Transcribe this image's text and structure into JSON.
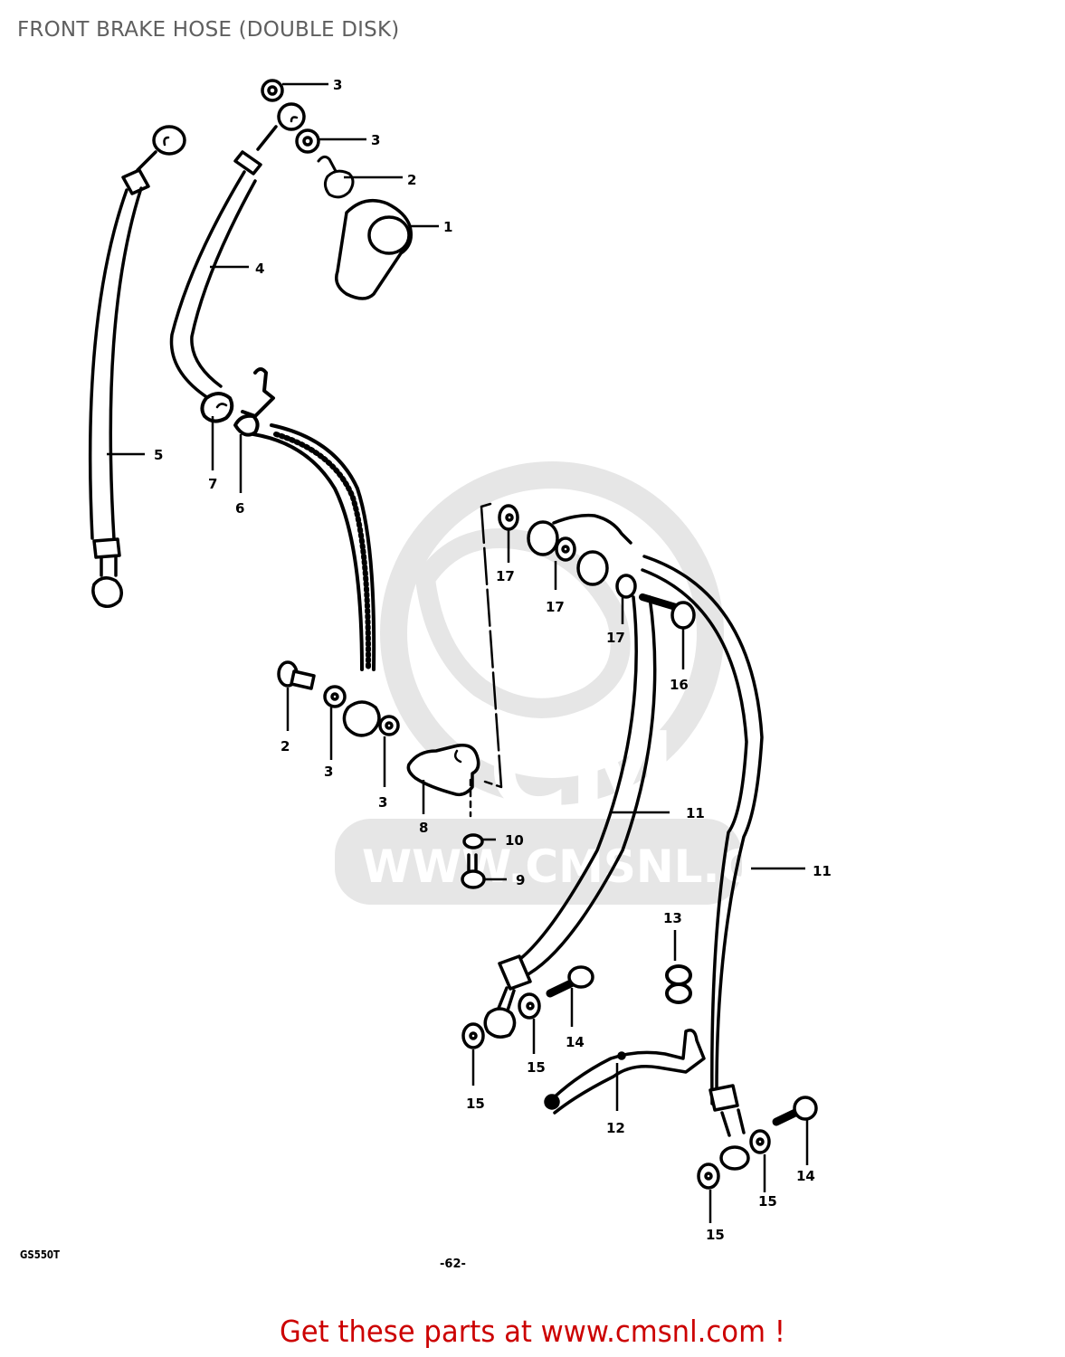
{
  "page": {
    "title": "FRONT BRAKE HOSE (DOUBLE DISK)",
    "model_code": "GS550T",
    "page_number": "-62-",
    "cta": "Get these parts at www.cmsnl.com !"
  },
  "colors": {
    "title": "#5f5f5f",
    "cta": "#cc0000",
    "line_art": "#000000",
    "watermark": "#e6e6e6"
  },
  "watermark": {
    "logo_text": "CMS",
    "url_text": "WWW.CMSNL.COM"
  },
  "parts": [
    {
      "ref": "1",
      "name": "master-cylinder-union"
    },
    {
      "ref": "2",
      "name": "union-bolt"
    },
    {
      "ref": "3",
      "name": "gasket"
    },
    {
      "ref": "4",
      "name": "brake-hose-upper"
    },
    {
      "ref": "5",
      "name": "brake-hose"
    },
    {
      "ref": "6",
      "name": "grommet"
    },
    {
      "ref": "7",
      "name": "grommet"
    },
    {
      "ref": "8",
      "name": "hose-joint"
    },
    {
      "ref": "9",
      "name": "bolt"
    },
    {
      "ref": "10",
      "name": "washer"
    },
    {
      "ref": "11",
      "name": "brake-hose-lower"
    },
    {
      "ref": "12",
      "name": "hose-clamp-bracket"
    },
    {
      "ref": "13",
      "name": "grommet"
    },
    {
      "ref": "14",
      "name": "union-bolt"
    },
    {
      "ref": "15",
      "name": "gasket"
    },
    {
      "ref": "16",
      "name": "union-bolt"
    },
    {
      "ref": "17",
      "name": "gasket"
    }
  ],
  "callouts": [
    {
      "label": "3",
      "part": "gasket"
    },
    {
      "label": "3",
      "part": "gasket"
    },
    {
      "label": "2",
      "part": "union-bolt"
    },
    {
      "label": "1",
      "part": "master-cylinder-union"
    },
    {
      "label": "4",
      "part": "brake-hose-upper"
    },
    {
      "label": "5",
      "part": "brake-hose"
    },
    {
      "label": "7",
      "part": "grommet"
    },
    {
      "label": "6",
      "part": "grommet"
    },
    {
      "label": "2",
      "part": "union-bolt"
    },
    {
      "label": "3",
      "part": "gasket"
    },
    {
      "label": "3",
      "part": "gasket"
    },
    {
      "label": "8",
      "part": "hose-joint"
    },
    {
      "label": "10",
      "part": "washer"
    },
    {
      "label": "9",
      "part": "bolt"
    },
    {
      "label": "17",
      "part": "gasket"
    },
    {
      "label": "17",
      "part": "gasket"
    },
    {
      "label": "17",
      "part": "gasket"
    },
    {
      "label": "16",
      "part": "union-bolt"
    },
    {
      "label": "11",
      "part": "brake-hose-lower"
    },
    {
      "label": "11",
      "part": "brake-hose-lower"
    },
    {
      "label": "13",
      "part": "grommet"
    },
    {
      "label": "14",
      "part": "union-bolt"
    },
    {
      "label": "15",
      "part": "gasket"
    },
    {
      "label": "15",
      "part": "gasket"
    },
    {
      "label": "12",
      "part": "hose-clamp-bracket"
    },
    {
      "label": "14",
      "part": "union-bolt"
    },
    {
      "label": "15",
      "part": "gasket"
    },
    {
      "label": "15",
      "part": "gasket"
    }
  ]
}
